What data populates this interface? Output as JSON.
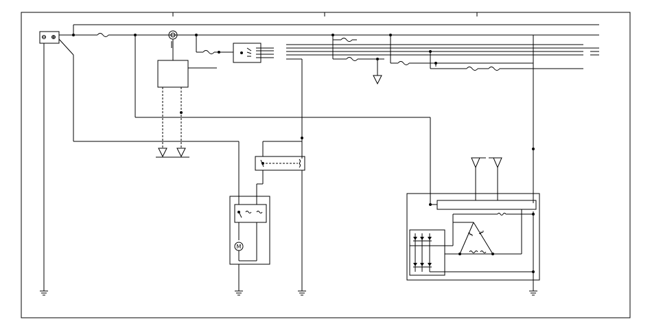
{
  "diagram": {
    "type": "automotive-wiring-schematic",
    "labels": {
      "starter_motor": "M",
      "glow_symbol": "~"
    },
    "components": [
      "battery",
      "fuse",
      "ignition-switch",
      "ignition-module",
      "relay",
      "starter-motor",
      "alternator",
      "rectifier-bridge",
      "stator-delta-winding",
      "field-coil",
      "ground",
      "antenna"
    ],
    "colors": {
      "line": "#000000",
      "background": "#ffffff"
    }
  }
}
